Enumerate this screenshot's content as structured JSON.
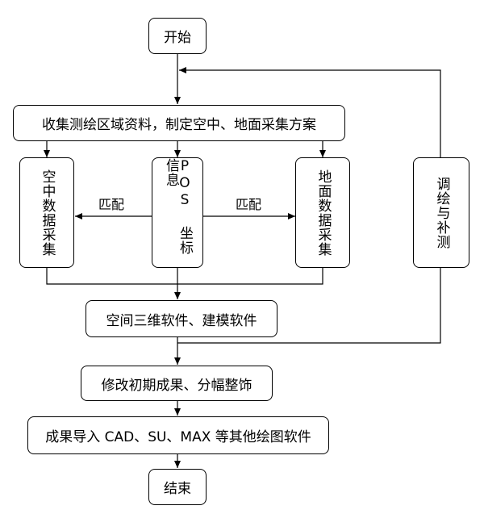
{
  "nodes": {
    "start": "开始",
    "collect": "收集测绘区域资料，制定空中、地面采集方案",
    "air": "空中数据采集",
    "pos": "POS 坐标信息",
    "ground": "地面数据采集",
    "adjust": "调绘与补测",
    "software3d": "空间三维软件、建模软件",
    "modify": "修改初期成果、分幅整饰",
    "export": "成果导入 CAD、SU、MAX 等其他绘图软件",
    "end": "结束"
  },
  "labels": {
    "match_left": "匹配",
    "match_right": "匹配"
  }
}
